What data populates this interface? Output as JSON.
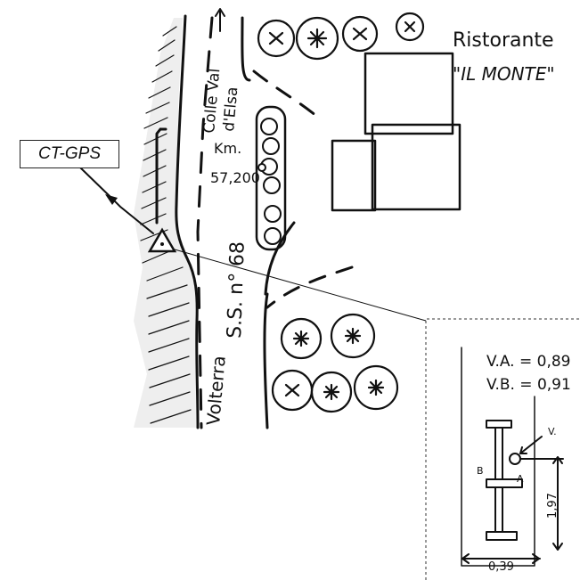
{
  "labels": {
    "station": "CT-GPS",
    "restaurant_line1": "Ristorante",
    "restaurant_line2": "\"IL MONTE\"",
    "road_sign": "S.S. n° 68",
    "towards_top": "Colle Val d'Elsa",
    "towards_top_line1": "Colle Val",
    "towards_top_line2": "d'Elsa",
    "towards_bottom": "Volterra",
    "km_line1": "Km.",
    "km_line2": "57,200"
  },
  "inset": {
    "va": "V.A. = 0,89",
    "vb": "V.B. = 0,91",
    "marker_v": "V.",
    "marker_a": "A",
    "marker_b": "B",
    "dim_vertical": "1,97",
    "dim_horizontal": "0,39"
  }
}
